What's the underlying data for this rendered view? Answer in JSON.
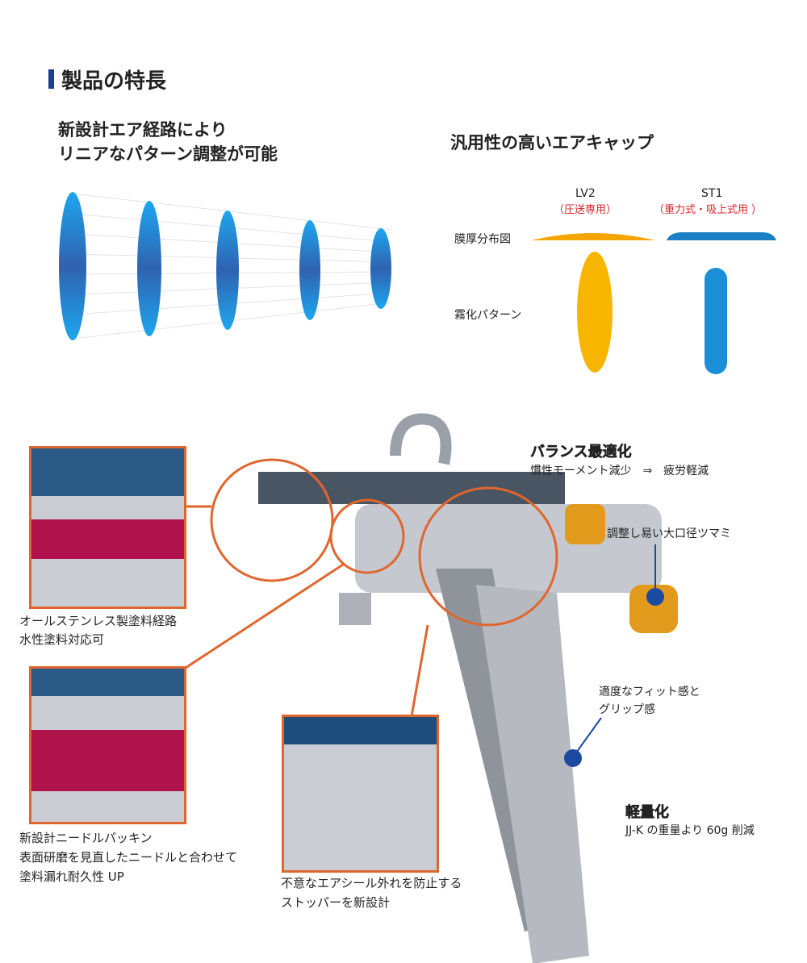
{
  "heading": "製品の特長",
  "pattern_section": {
    "title_line1": "新設計エア経路により",
    "title_line2": "リニアなパターン調整が可能"
  },
  "aircap_section": {
    "title": "汎用性の高いエアキャップ",
    "lv2": {
      "name": "LV2",
      "usage": "（圧送専用）"
    },
    "st1": {
      "name": "ST1",
      "usage": "（重力式・吸上式用 ）"
    },
    "row_film": "膜厚分布図",
    "row_pattern": "霧化パターン",
    "colors": {
      "lv2": "#f5a400",
      "st1": "#1a8fd8"
    }
  },
  "callouts": {
    "balance_title": "バランス最適化",
    "balance_text": "慣性モーメント減少　⇒　疲労軽減",
    "knob": "調整し易い大口径ツマミ",
    "fit_line1": "適度なフィット感と",
    "fit_line2": "グリップ感",
    "light_title": "軽量化",
    "light_text": "JJ-K の重量より 60g 削減",
    "stainless_line1": "オールステンレス製塗料経路",
    "stainless_line2": "水性塗料対応可",
    "packing_line1": "新設計ニードルパッキン",
    "packing_line2": "表面研磨を見直したニードルと合わせて",
    "packing_line3": "塗料漏れ耐久性 UP",
    "stopper_line1": "不意なエアシール外れを防止する",
    "stopper_line2": "ストッパーを新設計"
  },
  "colors": {
    "accent": "#1b3f94",
    "callout": "#e0662e",
    "dot": "#1b4aa0"
  }
}
